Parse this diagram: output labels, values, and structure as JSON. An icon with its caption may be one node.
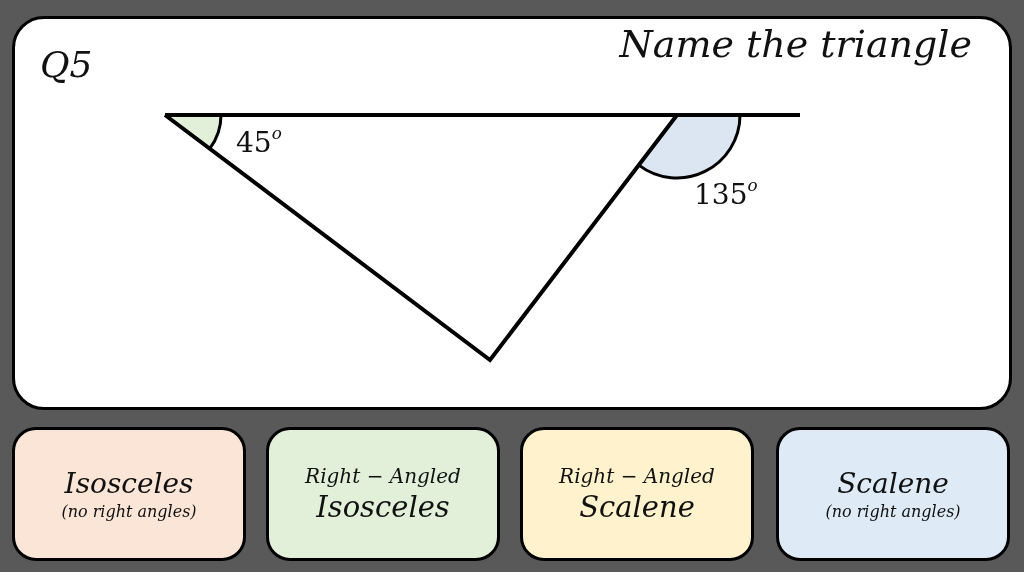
{
  "diagram": {
    "title": "Name the triangle",
    "nodes": [
      {
        "text": [
          "Isosceles",
          "(no right angles)"
        ]
      },
      {
        "text": [
          "Right − Angled",
          "Isosceles"
        ]
      },
      {
        "text": [
          "Right − Angled",
          "Scalene"
        ]
      },
      {
        "text": [
          "Scalene",
          "(no right angles)"
        ]
      }
    ],
    "labels": [
      "Q5",
      "45$^{o}$",
      "135$^{o}$"
    ]
  }
}
